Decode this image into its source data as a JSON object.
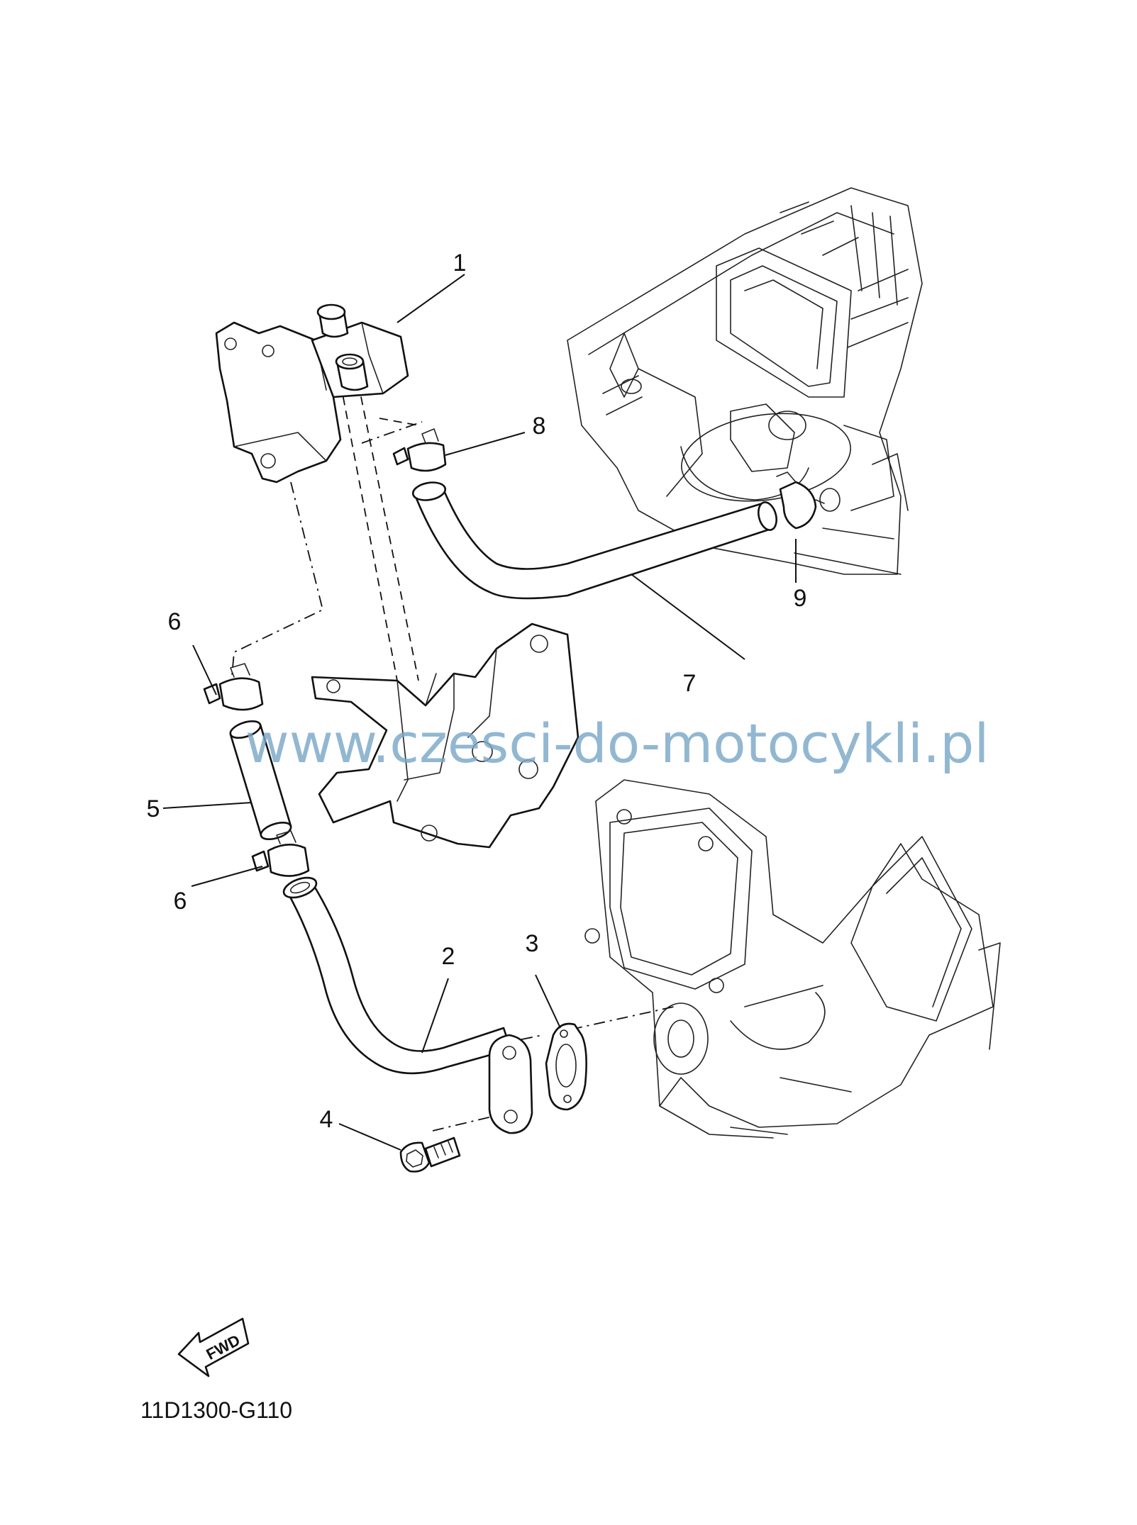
{
  "callouts": [
    {
      "label": "1"
    },
    {
      "label": "2"
    },
    {
      "label": "3"
    },
    {
      "label": "4"
    },
    {
      "label": "5"
    },
    {
      "label": "6"
    },
    {
      "label": "6"
    },
    {
      "label": "7"
    },
    {
      "label": "8"
    },
    {
      "label": "9"
    }
  ],
  "watermark": "www.czesci-do-motocykli.pl",
  "watermark_color": "#7aa7c7",
  "fwd_label": "FWD",
  "diagram_code": "11D1300-G110"
}
